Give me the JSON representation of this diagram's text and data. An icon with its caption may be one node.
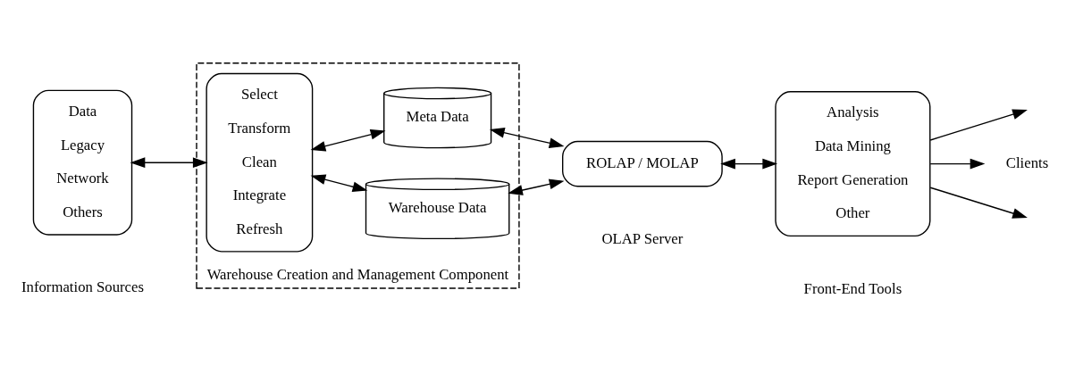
{
  "diagram": {
    "nodes": [
      {
        "text": [
          "Data",
          "Legacy",
          "Network",
          "Others"
        ],
        "beside": [
          "Information Sources"
        ]
      },
      {
        "text": [],
        "shape": "box",
        "beside": [
          "Warehouse Creation and Management Component"
        ]
      },
      {
        "text": [
          "Select",
          "Transform",
          "Clean",
          "Integrate",
          "Refresh"
        ],
        "in": 1
      },
      {
        "text": [
          "Warehouse Data"
        ],
        "in": 1
      },
      {
        "text": [
          "Meta Data"
        ],
        "in": 1
      },
      {
        "text": [
          "ROLAP / MOLAP"
        ],
        "beside": [
          "OLAP Server"
        ]
      },
      {
        "text": [
          "Analysis",
          "Data Mining",
          "Report Generation",
          "Other"
        ],
        "beside": [
          "Front-End Tools"
        ]
      },
      {
        "text": [
          "Clients"
        ]
      }
    ],
    "edges": [
      {
        "from": 0,
        "to": 2,
        "arrow": "both"
      },
      {
        "from": 2,
        "to": 3,
        "arrow": "both"
      },
      {
        "from": 2,
        "to": 4,
        "arrow": "both"
      },
      {
        "from": 3,
        "to": 5,
        "arrow": "both"
      },
      {
        "from": 4,
        "to": 5,
        "arrow": "both"
      },
      {
        "from": 5,
        "to": 6,
        "arrow": "both"
      },
      {
        "from": 6,
        "to": null,
        "arrow": "to"
      },
      {
        "from": 6,
        "to": 7,
        "arrow": "to"
      },
      {
        "from": 6,
        "to": null,
        "arrow": "to"
      }
    ]
  }
}
